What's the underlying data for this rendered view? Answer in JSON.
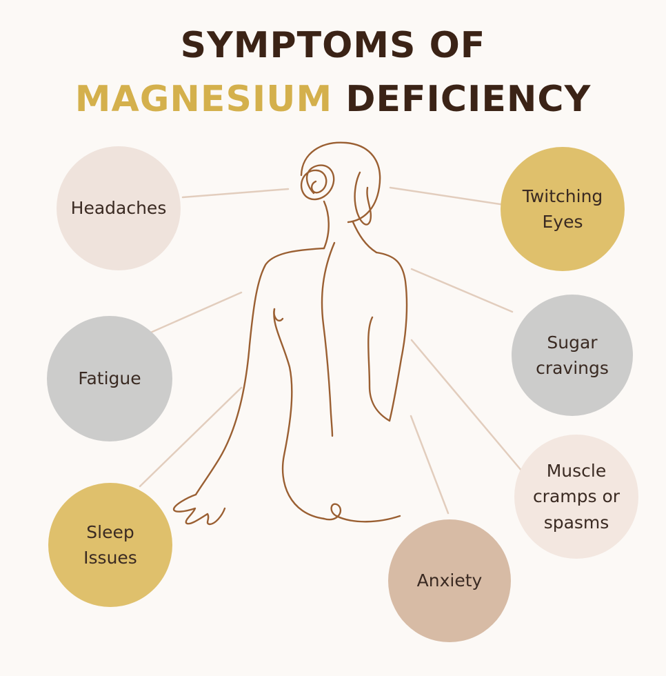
{
  "title": {
    "line1": "SYMPTOMS OF",
    "line2_highlight": "MAGNESIUM",
    "line2_rest": "DEFICIENCY"
  },
  "colors": {
    "background": "#fcf9f6",
    "title_dark": "#3b2316",
    "title_gold": "#d4b04c",
    "figure_line": "#9a5f32",
    "connector": "#e2cdbd"
  },
  "symptoms": {
    "headaches": {
      "label": "Headaches",
      "color": "#efe3dc"
    },
    "fatigue": {
      "label": "Fatigue",
      "color": "#cccccb"
    },
    "sleep": {
      "label": "Sleep\nIssues",
      "color": "#dfc06c"
    },
    "twitching": {
      "label": "Twitching\nEyes",
      "color": "#dfc06c"
    },
    "sugar": {
      "label": "Sugar\ncravings",
      "color": "#cccccb"
    },
    "muscle": {
      "label": "Muscle\ncramps or\nspasms",
      "color": "#f3e7e0"
    },
    "anxiety": {
      "label": "Anxiety",
      "color": "#d7bba5"
    }
  }
}
